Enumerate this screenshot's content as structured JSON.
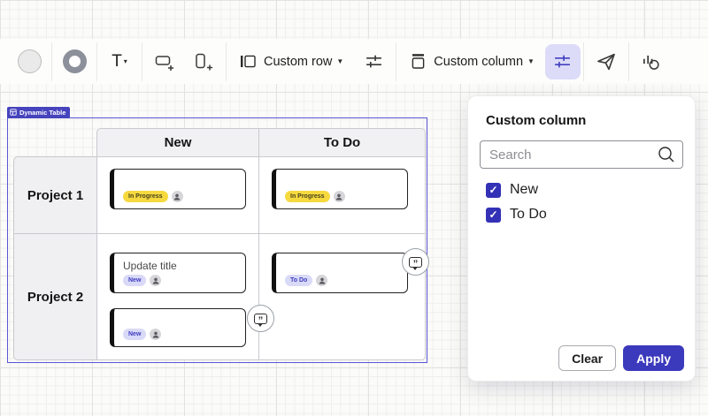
{
  "toolbar": {
    "text_tool": {
      "label": "T",
      "caret": "▾"
    },
    "custom_row": {
      "label": "Custom row",
      "caret": "▼"
    },
    "custom_column": {
      "label": "Custom column",
      "caret": "▼"
    }
  },
  "selection": {
    "label": "Dynamic Table"
  },
  "table": {
    "columns": [
      "New",
      "To Do"
    ],
    "rows": [
      "Project 1",
      "Project 2"
    ],
    "cards": [
      {
        "row": "Project 1",
        "column": "New",
        "title": "",
        "badge": "In Progress"
      },
      {
        "row": "Project 1",
        "column": "To Do",
        "title": "",
        "badge": "In Progress"
      },
      {
        "row": "Project 2",
        "column": "New",
        "title": "Update title",
        "badge": "New"
      },
      {
        "row": "Project 2",
        "column": "New",
        "title": "",
        "badge": "New"
      },
      {
        "row": "Project 2",
        "column": "To Do",
        "title": "",
        "badge": "To Do"
      }
    ]
  },
  "panel": {
    "title": "Custom column",
    "search_placeholder": "Search",
    "options": [
      {
        "label": "New",
        "checked": true
      },
      {
        "label": "To Do",
        "checked": true
      }
    ],
    "clear_button": "Clear",
    "apply_button": "Apply"
  },
  "icons": {
    "check": "✓",
    "quote": "”"
  },
  "colors": {
    "accent_indigo": "#3b39bc",
    "selection_border": "#5a55d6",
    "toolbar_active_bg": "#dcdbf8",
    "badge_yellow_bg": "#f6d93e",
    "badge_lavender_bg": "#d9d9f8",
    "badge_lavender_text": "#3d3dc0",
    "header_cell_bg": "#f1f1f3",
    "label_bg": "#4643bd"
  }
}
